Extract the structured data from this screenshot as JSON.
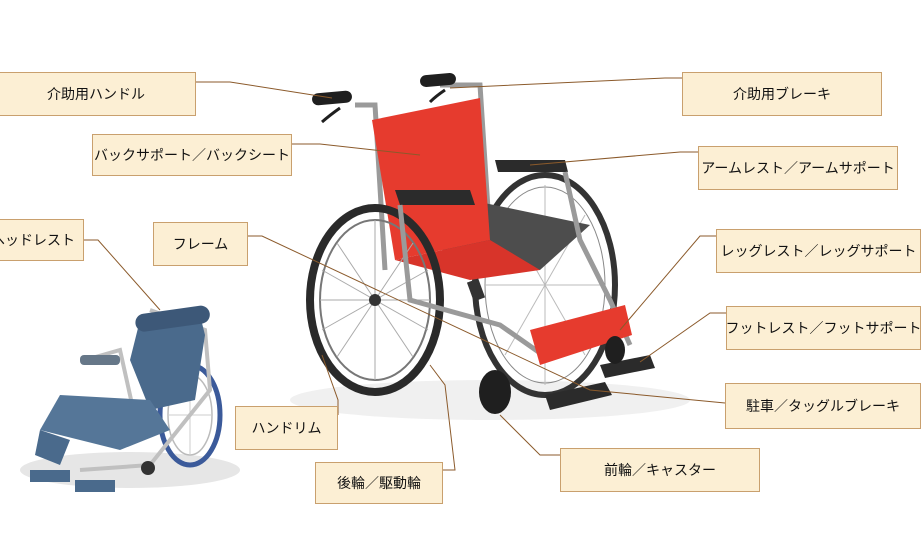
{
  "labels": {
    "assist_handle": "介助用ハンドル",
    "back_support": "バックサポート／バックシート",
    "headrest": "ヘッドレスト",
    "frame": "フレーム",
    "hand_rim": "ハンドリム",
    "rear_wheel": "後輪／駆動輪",
    "assist_brake": "介助用ブレーキ",
    "armrest": "アームレスト／アームサポート",
    "legrest": "レッグレスト／レッグサポート",
    "footrest": "フットレスト／フットサポート",
    "parking_brake": "駐車／タッグルブレーキ",
    "caster": "前輪／キャスター"
  },
  "colors": {
    "label_fill": "#fcefd4",
    "label_border": "#c9a06e",
    "leader": "#8b5a2b",
    "seat_red": "#e63b2e",
    "frame_gray": "#9a9a9a",
    "recliner_blue": "#4a6a8c"
  }
}
